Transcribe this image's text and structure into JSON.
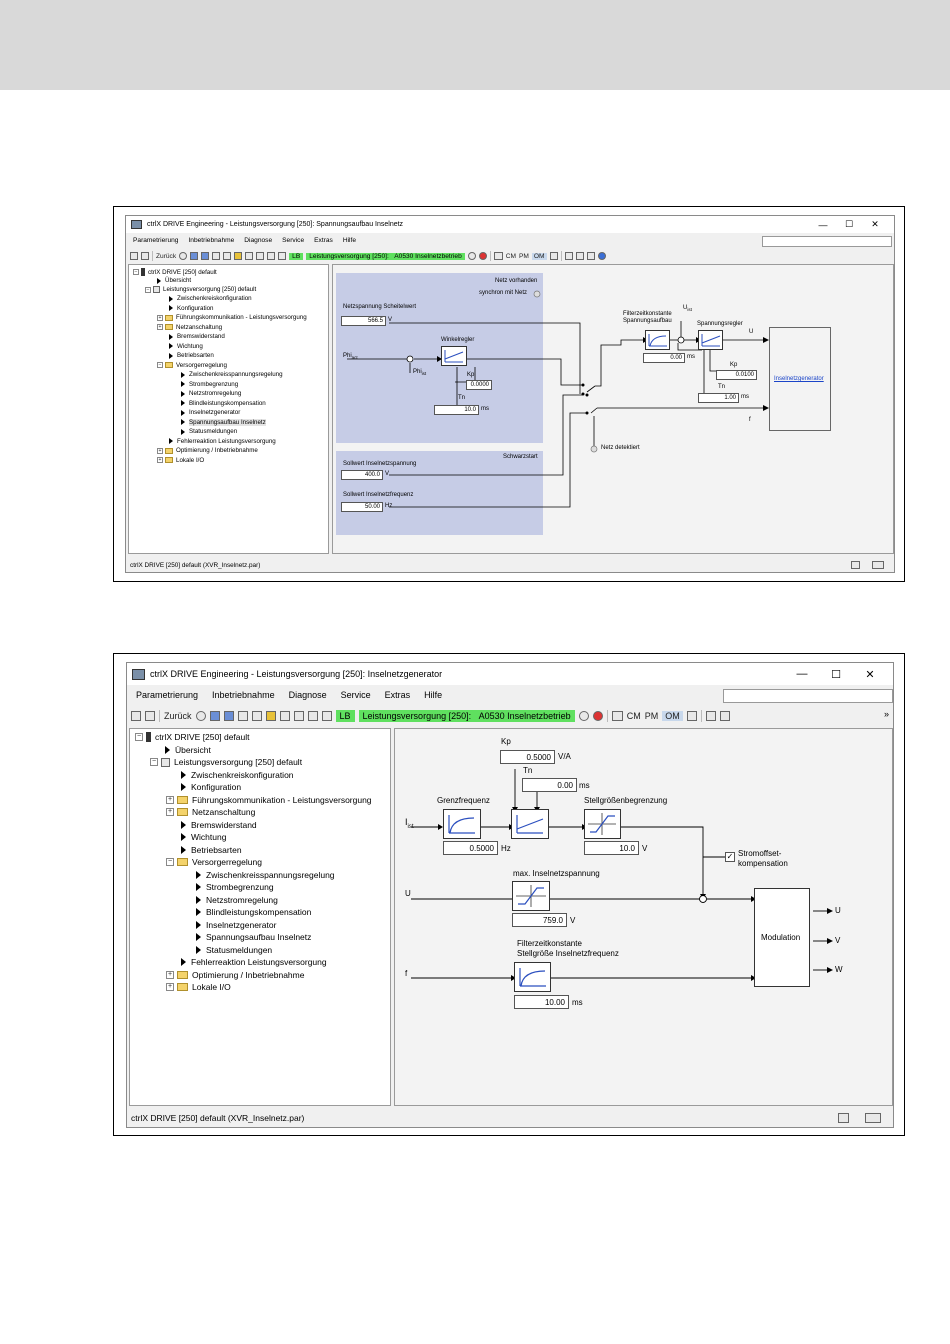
{
  "win1": {
    "title": "ctrlX DRIVE Engineering - Leistungsversorgung [250]: Spannungsaufbau Inselnetz",
    "menu": [
      "Parametrierung",
      "Inbetriebnahme",
      "Diagnose",
      "Service",
      "Extras",
      "Hilfe"
    ],
    "toolbar": {
      "back": "Zurück",
      "lb": "LB",
      "status": "Leistungsversorgung [250]:",
      "status_code": "A0530 Inselnetzbetrieb",
      "cm": "CM",
      "pm": "PM",
      "om": "OM"
    },
    "tree": [
      "ctrlX DRIVE [250] default",
      "Übersicht",
      "Leistungsversorgung [250] default",
      "Zwischenkreiskonfiguration",
      "Konfiguration",
      "Führungskommunikation - Leistungsversorgung",
      "Netzanschaltung",
      "Bremswiderstand",
      "Wichtung",
      "Betriebsarten",
      "Versorgerregelung",
      "Zwischenkreisspannungsregelung",
      "Strombegrenzung",
      "Netzstromregelung",
      "Blindleistungskompensation",
      "Inselnetzgenerator",
      "Spannungsaufbau Inselnetz",
      "Statusmeldungen",
      "Fehlerreaktion Leistungsversorgung",
      "Optimierung / Inbetriebnahme",
      "Lokale I/O"
    ],
    "status_text": "ctrlX DRIVE [250] default (XVR_Inselnetz.par)",
    "diagram": {
      "netz_vorhanden": "Netz vorhanden",
      "synchron_mit_netz": "synchron mit Netz",
      "netzspannung_label": "Netzspannung Scheitelwert",
      "netzspannung_value": "566.5",
      "netzspannung_unit": "V",
      "phi_act": "Phi",
      "phi_act_sub": "act",
      "phi_ist": "Phi",
      "phi_ist_sub": "ist",
      "winkelregler": "Winkelregler",
      "kp_label": "Kp",
      "kp_value": "0.0000",
      "tn_label": "Tn",
      "tn_value": "10.0",
      "tn_unit": "ms",
      "filter_label1": "Filterzeitkonstante",
      "filter_label2": "Spannungsaufbau",
      "filter_value": "0.00",
      "filter_unit": "ms",
      "u_ist": "U",
      "u_ist_sub": "ist",
      "spannungsregler": "Spannungsregler",
      "kp2_label": "Kp",
      "kp2_value": "0.0100",
      "tn2_label": "Tn",
      "tn2_value": "1.00",
      "tn2_unit": "ms",
      "out_u": "U",
      "out_f": "f",
      "generator_link": "Inselnetzgenerator",
      "netz_detektiert": "Netz detektiert",
      "schwarzstart": "Schwarzstart",
      "sollwert_spannung_label": "Sollwert Inselnetzspannung",
      "sollwert_spannung_value": "400.0",
      "sollwert_spannung_unit": "V",
      "sollwert_frequenz_label": "Sollwert Inselnetzfrequenz",
      "sollwert_frequenz_value": "50.00",
      "sollwert_frequenz_unit": "Hz"
    }
  },
  "win2": {
    "title": "ctrlX DRIVE Engineering - Leistungsversorgung [250]: Inselnetzgenerator",
    "menu": [
      "Parametrierung",
      "Inbetriebnahme",
      "Diagnose",
      "Service",
      "Extras",
      "Hilfe"
    ],
    "toolbar": {
      "back": "Zurück",
      "lb": "LB",
      "status": "Leistungsversorgung [250]:",
      "status_code": "A0530 Inselnetzbetrieb",
      "cm": "CM",
      "pm": "PM",
      "om": "OM"
    },
    "tree": [
      "ctrlX DRIVE [250] default",
      "Übersicht",
      "Leistungsversorgung [250] default",
      "Zwischenkreiskonfiguration",
      "Konfiguration",
      "Führungskommunikation - Leistungsversorgung",
      "Netzanschaltung",
      "Bremswiderstand",
      "Wichtung",
      "Betriebsarten",
      "Versorgerregelung",
      "Zwischenkreisspannungsregelung",
      "Strombegrenzung",
      "Netzstromregelung",
      "Blindleistungskompensation",
      "Inselnetzgenerator",
      "Spannungsaufbau Inselnetz",
      "Statusmeldungen",
      "Fehlerreaktion Leistungsversorgung",
      "Optimierung / Inbetriebnahme",
      "Lokale I/O"
    ],
    "status_text": "ctrlX DRIVE [250] default (XVR_Inselnetz.par)",
    "diagram": {
      "kp_label": "Kp",
      "kp_value": "0.5000",
      "kp_unit": "V/A",
      "tn_label": "Tn",
      "tn_value": "0.00",
      "tn_unit": "ms",
      "i_ist": "I",
      "i_ist_sub": "ist",
      "grenzfrequenz_label": "Grenzfrequenz",
      "grenzfrequenz_value": "0.5000",
      "grenzfrequenz_unit": "Hz",
      "stellgroesse_label": "Stellgrößenbegrenzung",
      "stellgroesse_value": "10.0",
      "stellgroesse_unit": "V",
      "stromoffset_label1": "Stromoffset-",
      "stromoffset_label2": "kompensation",
      "in_u": "U",
      "max_spannung_label": "max. Inselnetzspannung",
      "max_spannung_value": "759.0",
      "max_spannung_unit": "V",
      "modulation": "Modulation",
      "out_u": "U",
      "out_v": "V",
      "out_w": "W",
      "in_f": "f",
      "filter_label1": "Filterzeitkonstante",
      "filter_label2": "Stellgröße Inselnetzfrequenz",
      "filter_value": "10.00",
      "filter_unit": "ms"
    }
  }
}
